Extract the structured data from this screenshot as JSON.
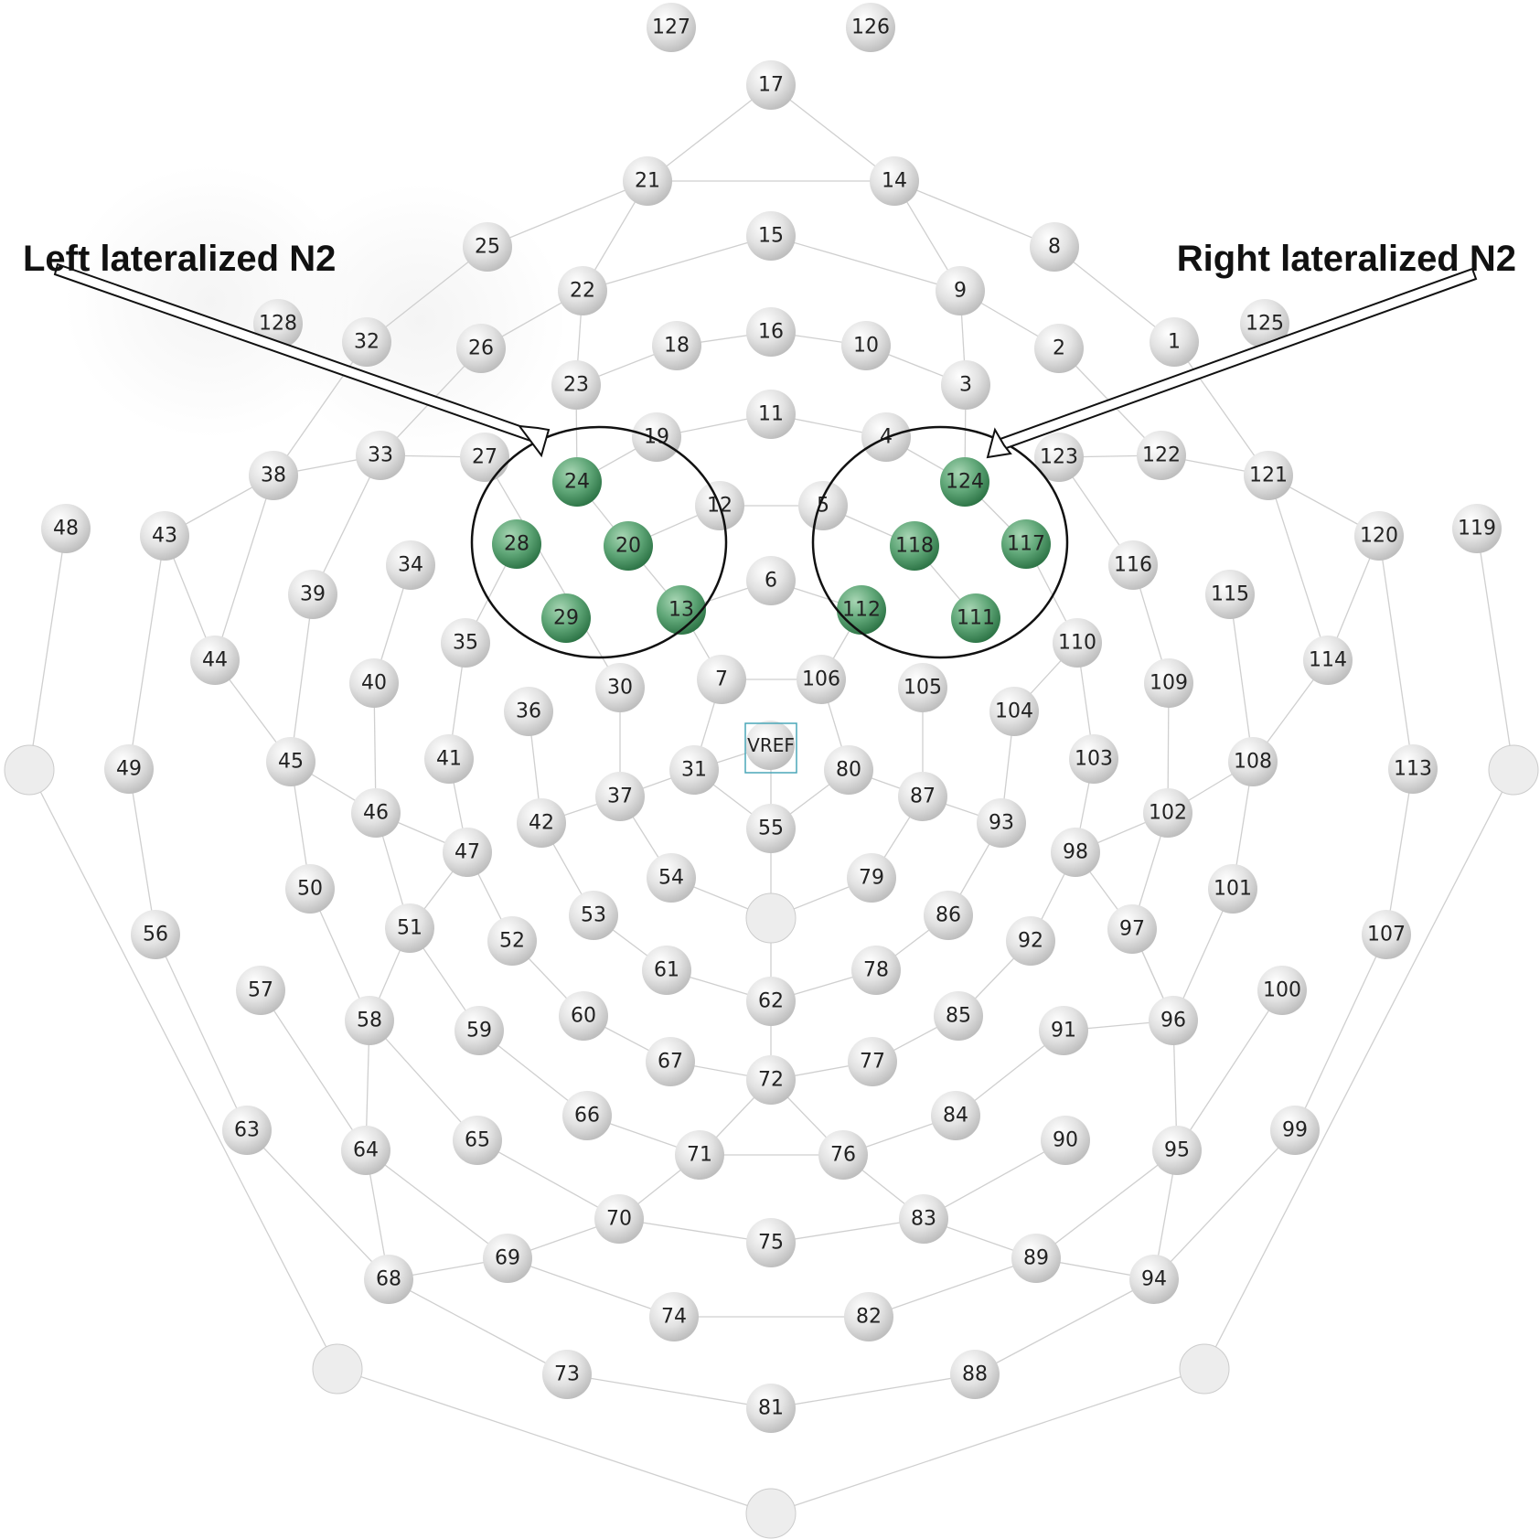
{
  "annotations": {
    "left": "Left lateralized N2",
    "right": "Right lateralized N2"
  },
  "reference_label": "VREF",
  "colors": {
    "highlight": "#3f8f5c",
    "node": "#d9d9d9",
    "edge": "#cfcfcf",
    "outline": "#111111"
  },
  "highlighted_electrodes": {
    "left": [
      "24",
      "28",
      "20",
      "29",
      "13"
    ],
    "right": [
      "124",
      "118",
      "117",
      "112",
      "111"
    ]
  },
  "electrodes": [
    "1",
    "2",
    "3",
    "4",
    "5",
    "6",
    "7",
    "8",
    "9",
    "10",
    "11",
    "12",
    "13",
    "14",
    "15",
    "16",
    "17",
    "18",
    "19",
    "20",
    "21",
    "22",
    "23",
    "24",
    "25",
    "26",
    "27",
    "28",
    "29",
    "30",
    "31",
    "32",
    "33",
    "34",
    "35",
    "36",
    "37",
    "38",
    "39",
    "40",
    "41",
    "42",
    "43",
    "44",
    "45",
    "46",
    "47",
    "48",
    "49",
    "50",
    "51",
    "52",
    "53",
    "54",
    "55",
    "56",
    "57",
    "58",
    "59",
    "60",
    "61",
    "62",
    "63",
    "64",
    "65",
    "66",
    "67",
    "68",
    "69",
    "70",
    "71",
    "72",
    "73",
    "74",
    "75",
    "76",
    "77",
    "78",
    "79",
    "80",
    "81",
    "82",
    "83",
    "84",
    "85",
    "86",
    "87",
    "88",
    "89",
    "90",
    "91",
    "92",
    "93",
    "94",
    "95",
    "96",
    "97",
    "98",
    "99",
    "100",
    "101",
    "102",
    "103",
    "104",
    "105",
    "106",
    "107",
    "108",
    "109",
    "110",
    "111",
    "112",
    "113",
    "114",
    "115",
    "116",
    "117",
    "118",
    "119",
    "120",
    "121",
    "122",
    "123",
    "124",
    "125",
    "126",
    "127",
    "128"
  ]
}
